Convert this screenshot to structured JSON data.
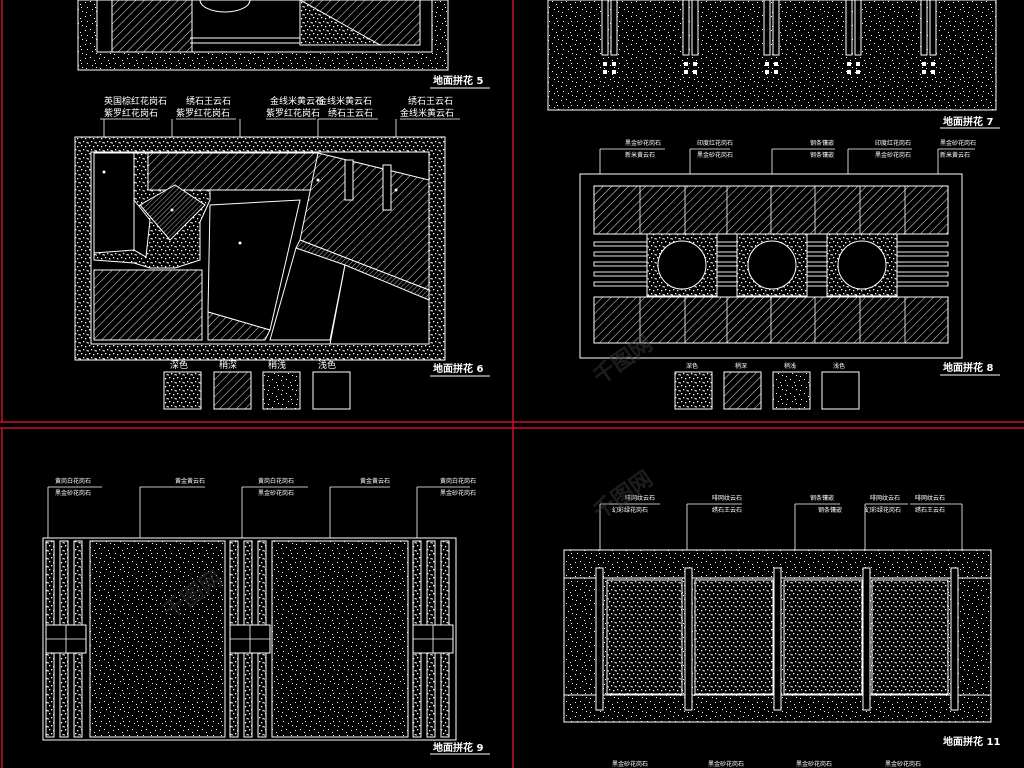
{
  "colors": {
    "background": "#000000",
    "line": "#ffffff",
    "frame": "#c8102e",
    "watermark": "#3a3a3a"
  },
  "watermark": "千图网",
  "panels": {
    "p5": {
      "title": "地面拼花 5"
    },
    "p6": {
      "title": "地面拼花 6",
      "labels": [
        [
          "英国棕红花岗石",
          "紫罗红花岗石"
        ],
        [
          "绣石王云石",
          "紫罗红花岗石"
        ],
        [
          "金线米黄云石",
          "紫罗红花岗石"
        ],
        [
          "金线米黄云石",
          "绣石王云石"
        ],
        [
          "绣石王云石",
          "金线米黄云石"
        ]
      ],
      "legend": [
        "深色",
        "稍深",
        "稍浅",
        "浅色"
      ]
    },
    "p7": {
      "title": "地面拼花 7"
    },
    "p8": {
      "title": "地面拼花 8",
      "labels": [
        [
          "黑金砂花岗石",
          "新米黄云石"
        ],
        [
          "印度红花岗石",
          "黑金砂花岗石"
        ],
        [
          "钢条镶嵌",
          "钢条镶嵌"
        ],
        [
          "印度红花岗石",
          "黑金砂花岗石"
        ],
        [
          "黑金砂花岗石",
          "新米黄云石"
        ]
      ],
      "legend": [
        "深色",
        "稍深",
        "稍浅",
        "浅色"
      ]
    },
    "p9": {
      "title": "地面拼花 9",
      "labels": [
        [
          "黄岗白花岗石",
          "黑金砂花岗石"
        ],
        [
          "黄金黄云石"
        ],
        [
          "黄岗白花岗石",
          "黑金砂花岗石"
        ],
        [
          "黄金黄云石"
        ],
        [
          "黄岗白花岗石",
          "黑金砂花岗石"
        ]
      ]
    },
    "p11": {
      "title": "地面拼花 11",
      "labels": [
        [
          "啡网纹云石",
          "幻彩绿花岗石"
        ],
        [
          "啡网纹云石",
          "绣石王云石"
        ],
        [
          "钢条镶嵌",
          "钢条镶嵌"
        ],
        [
          "啡网纹云石",
          "幻彩绿花岗石"
        ],
        [
          "啡网纹云石",
          "绣石王云石"
        ]
      ],
      "bottom_labels": [
        "黑金砂花岗石",
        "黑金砂花岗石",
        "黑金砂花岗石",
        "黑金砂花岗石"
      ]
    }
  }
}
